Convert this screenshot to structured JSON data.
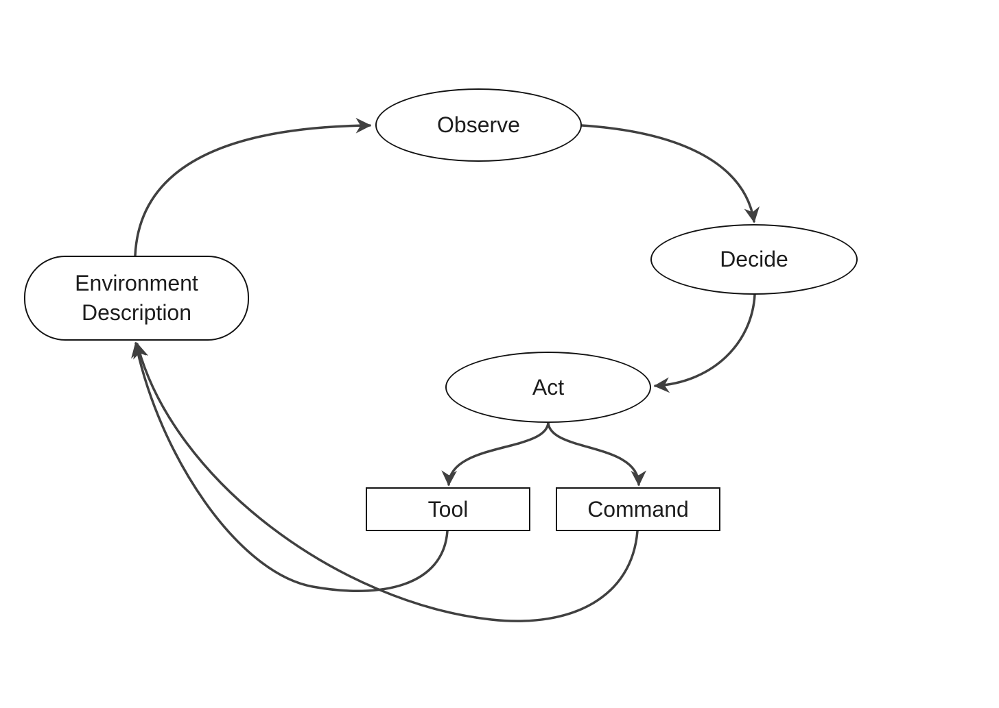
{
  "diagram": {
    "background_color": "#ffffff",
    "edge_color": "#404040",
    "node_border_color": "#141414",
    "node_fill_color": "#ffffff",
    "text_color": "#1d1d1d",
    "nodes": {
      "observe": {
        "label": "Observe",
        "shape": "ellipse"
      },
      "decide": {
        "label": "Decide",
        "shape": "ellipse"
      },
      "act": {
        "label": "Act",
        "shape": "ellipse"
      },
      "environment": {
        "label_line1": "Environment",
        "label_line2": "Description",
        "shape": "rounded-rect"
      },
      "tool": {
        "label": "Tool",
        "shape": "rect"
      },
      "command": {
        "label": "Command",
        "shape": "rect"
      }
    },
    "edges": [
      {
        "from": "environment-description",
        "to": "observe"
      },
      {
        "from": "observe",
        "to": "decide"
      },
      {
        "from": "decide",
        "to": "act"
      },
      {
        "from": "act",
        "to": "tool"
      },
      {
        "from": "act",
        "to": "command"
      },
      {
        "from": "tool",
        "to": "environment-description"
      },
      {
        "from": "command",
        "to": "environment-description"
      }
    ]
  }
}
